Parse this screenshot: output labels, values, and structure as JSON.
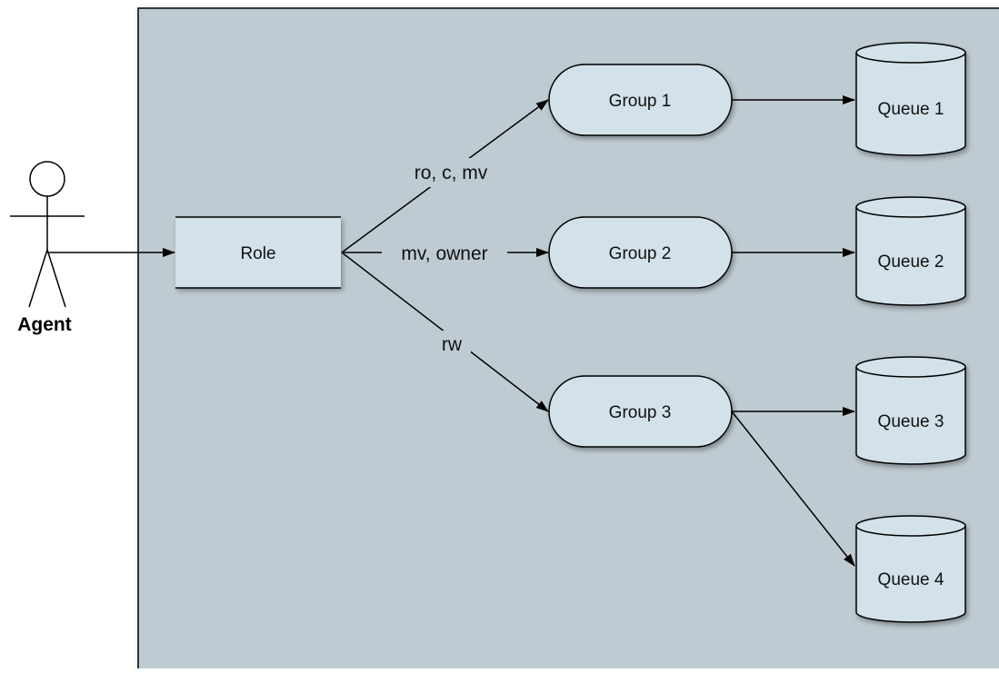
{
  "actor": {
    "label": "Agent"
  },
  "role": {
    "label": "Role"
  },
  "edge_labels": {
    "role_group1": "ro, c, mv",
    "role_group2": "mv, owner",
    "role_group3": "rw"
  },
  "groups": [
    "Group 1",
    "Group 2",
    "Group 3"
  ],
  "queues": [
    "Queue 1",
    "Queue 2",
    "Queue 3",
    "Queue 4"
  ],
  "colors": {
    "container_fill": "#bfcbd2",
    "node_fill": "#d2e1ea",
    "stroke": "#000000"
  }
}
